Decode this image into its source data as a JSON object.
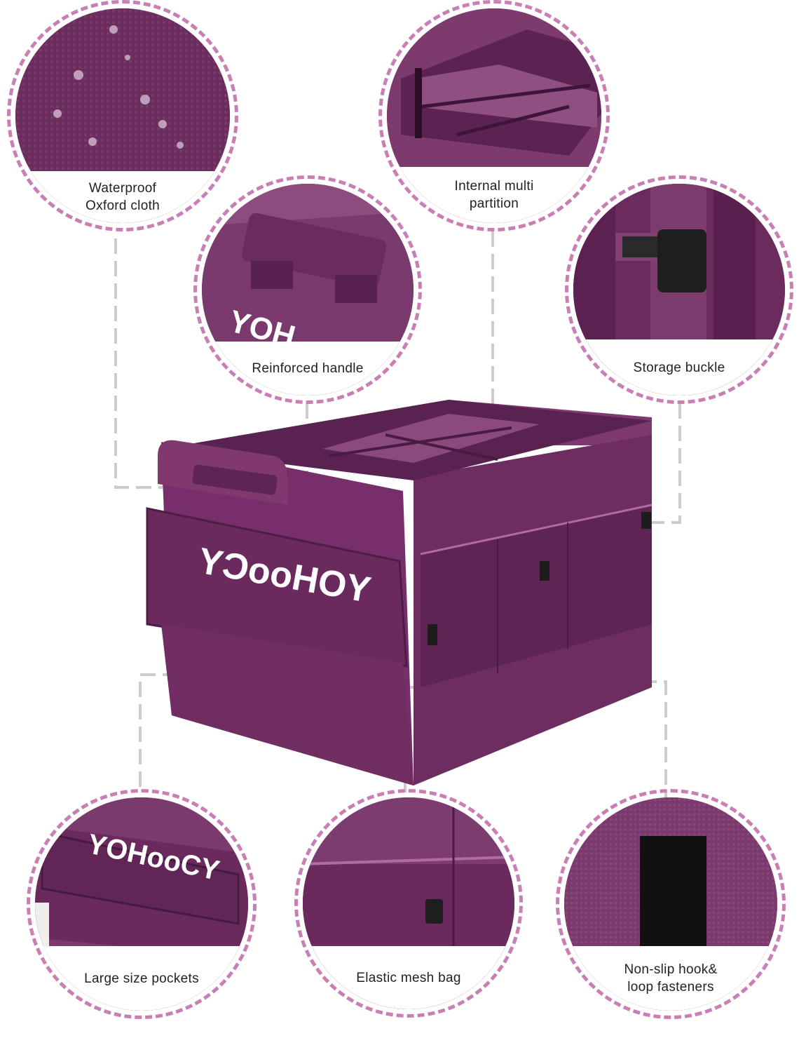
{
  "colors": {
    "accent_dashed": "#c97fb4",
    "fabric_purple": "#6a2c5c",
    "connector_gray": "#cccccc"
  },
  "features": [
    {
      "id": "waterproof",
      "lines": [
        "Waterproof",
        "Oxford cloth"
      ]
    },
    {
      "id": "partition",
      "lines": [
        "Internal multi",
        "partition"
      ]
    },
    {
      "id": "handle",
      "lines": [
        "Reinforced handle"
      ]
    },
    {
      "id": "buckle",
      "lines": [
        "Storage buckle"
      ]
    },
    {
      "id": "pockets",
      "lines": [
        "Large size pockets"
      ]
    },
    {
      "id": "mesh",
      "lines": [
        "Elastic mesh bag"
      ]
    },
    {
      "id": "hookloop",
      "lines": [
        "Non-slip hook&",
        "loop fasteners"
      ]
    }
  ],
  "brand": {
    "logo_text": "YOHooCY"
  }
}
